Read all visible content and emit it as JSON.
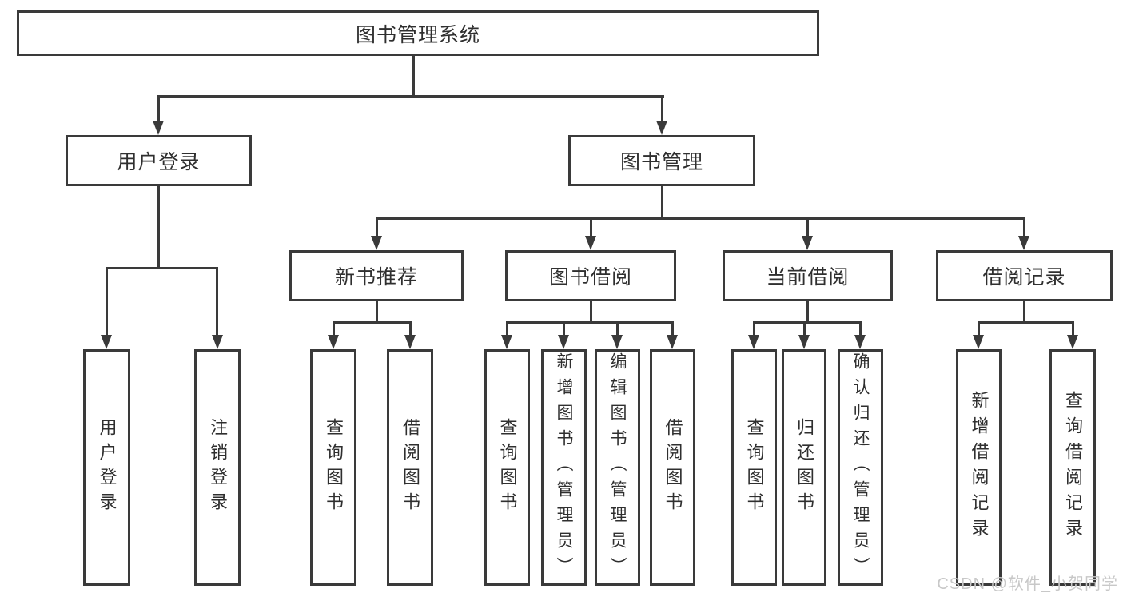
{
  "diagram": {
    "root": {
      "label": "图书管理系统"
    },
    "branches": [
      {
        "label": "用户登录",
        "children": [
          {
            "label": "用户登录"
          },
          {
            "label": "注销登录"
          }
        ]
      },
      {
        "label": "图书管理",
        "children": [
          {
            "label": "新书推荐",
            "children": [
              {
                "label": "查询图书"
              },
              {
                "label": "借阅图书"
              }
            ]
          },
          {
            "label": "图书借阅",
            "children": [
              {
                "label": "查询图书"
              },
              {
                "label": "新增图书（管理员）"
              },
              {
                "label": "编辑图书（管理员）"
              },
              {
                "label": "借阅图书"
              }
            ]
          },
          {
            "label": "当前借阅",
            "children": [
              {
                "label": "查询图书"
              },
              {
                "label": "归还图书"
              },
              {
                "label": "确认归还（管理员）"
              }
            ]
          },
          {
            "label": "借阅记录",
            "children": [
              {
                "label": "新增借阅记录"
              },
              {
                "label": "查询借阅记录"
              }
            ]
          }
        ]
      }
    ]
  },
  "watermark": {
    "text": "CSDN @软件_小贺同学"
  },
  "colors": {
    "line": "#3a3a3a",
    "text": "#2f2f2f",
    "watermark": "#c8c8c8",
    "background": "#ffffff"
  }
}
